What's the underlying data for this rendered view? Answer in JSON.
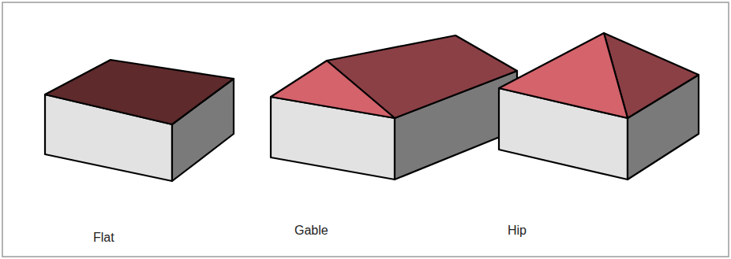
{
  "diagram": {
    "labels": [
      "Flat",
      "Gable",
      "Hip"
    ]
  }
}
